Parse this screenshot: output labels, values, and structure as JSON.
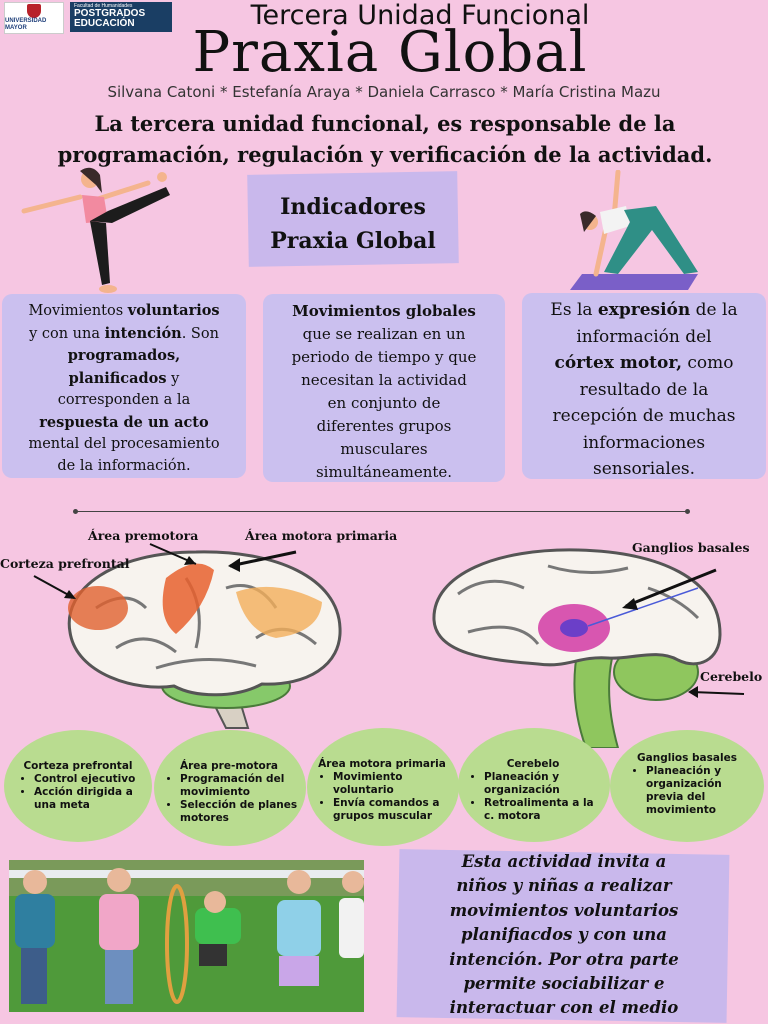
{
  "logos": {
    "university": "UNIVERSIDAD MAYOR",
    "faculty": "Facultad de Humanidades",
    "program_line1": "POSTGRADOS",
    "program_line2": "EDUCACIÓN"
  },
  "header": {
    "subtitle": "Tercera Unidad Funcional",
    "title": "Praxia Global",
    "authors": "Silvana Catoni * Estefanía Araya * Daniela Carrasco * María Cristina Mazu"
  },
  "lead": {
    "line1": "La tercera unidad funcional, es responsable de la",
    "line2": "programación, regulación y verificación de la actividad."
  },
  "indicators": {
    "line1": "Indicadores",
    "line2": "Praxia Global"
  },
  "card1": {
    "t1": "Movimientos ",
    "b1": "voluntarios",
    "t2": "y con una ",
    "b2": "intención",
    "t3": ". Son",
    "b3": "programados,",
    "b4": "planificados",
    "t4": " y",
    "t5": "corresponden a la",
    "b5": "respuesta de un acto",
    "t6": "mental del procesamiento",
    "t7": "de la información."
  },
  "card2": {
    "b1": "Movimientos globales",
    "t1": "que se realizan en un",
    "t2": "periodo de tiempo y que",
    "t3": "necesitan la actividad",
    "t4": "en conjunto de",
    "t5": "diferentes grupos",
    "t6": "musculares",
    "t7": "simultáneamente."
  },
  "card3": {
    "t1": "Es la ",
    "b1": "expresión",
    "t2": " de la",
    "t3": "información del",
    "b2": "córtex motor,",
    "t4": " como",
    "t5": "resultado de la",
    "t6": "recepción de muchas",
    "t7": "informaciones",
    "t8": "sensoriales."
  },
  "brain_labels": {
    "premotora": "Área premotora",
    "motora_primaria": "Área motora primaria",
    "prefrontal": "Corteza prefrontal",
    "ganglios": "Ganglios basales",
    "cerebelo": "Cerebelo"
  },
  "ovals": [
    {
      "title": "Corteza prefrontal",
      "items": [
        "Control ejecutivo",
        "Acción dirigida a una meta"
      ]
    },
    {
      "title": "Área pre-motora",
      "items": [
        "Programación del movimiento",
        "Selección de planes motores"
      ]
    },
    {
      "title": "Área motora primaria",
      "items": [
        "Movimiento voluntario",
        "Envía comandos a grupos muscular"
      ]
    },
    {
      "title": "Cerebelo",
      "items": [
        "Planeación y organización",
        "Retroalimenta a la c. motora"
      ]
    },
    {
      "title": "Ganglios basales",
      "items": [
        "Planeación y organización previa del movimiento"
      ]
    }
  ],
  "bottom": {
    "l1": "Esta actividad invita a",
    "l2": "niños y niñas a realizar",
    "l3": "movimientos voluntarios",
    "l4": "planifiacdos y con una",
    "l5": "intención. Por otra parte",
    "l6": "permite sociabilizar e",
    "l7": "interactuar con el medio"
  },
  "colors": {
    "background": "#f6c6e2",
    "card": "#cbc0ef",
    "label_box": "#c9b8ec",
    "oval": "#b9dc90"
  }
}
